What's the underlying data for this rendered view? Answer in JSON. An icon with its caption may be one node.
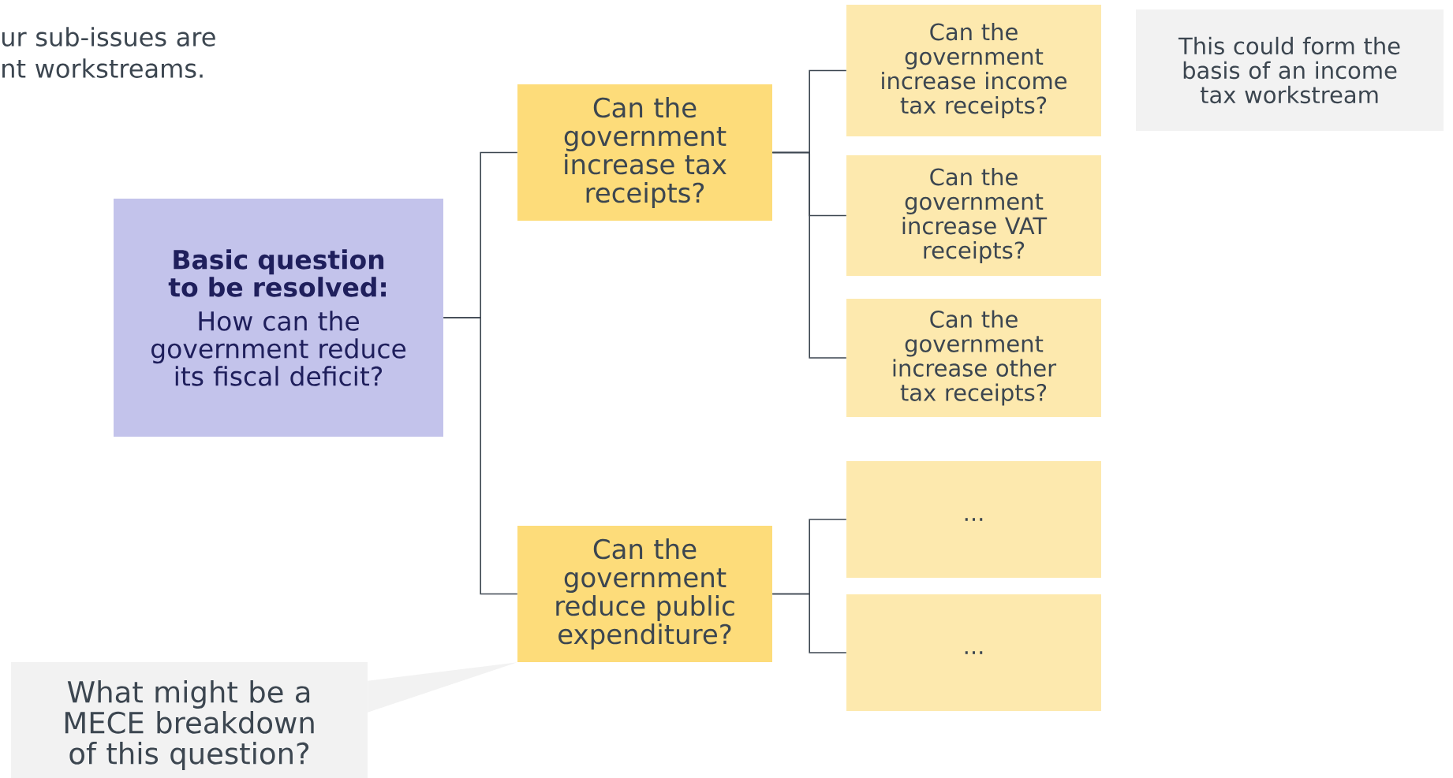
{
  "diagram": {
    "nodes": [
      {
        "text": [
          "Basic question to be resolved:",
          "How can the government reduce its fiscal deficit?"
        ]
      },
      {
        "text": [
          "Can the government increase tax receipts?"
        ]
      },
      {
        "text": [
          "Can the government increase income tax receipts?"
        ]
      },
      {
        "text": [
          "Can the government increase VAT receipts?"
        ]
      },
      {
        "text": [
          "Can the government increase other tax receipts?"
        ]
      },
      {
        "text": [
          "Can the government reduce public expenditure?"
        ]
      },
      {
        "text": [
          "..."
        ]
      },
      {
        "text": [
          "..."
        ]
      },
      {
        "text": [
          "This could form the basis of an income tax workstream"
        ]
      },
      {
        "text": [
          "What might be a MECE breakdown of this question?"
        ]
      }
    ],
    "edges": [
      {
        "from": 0,
        "to": 1,
        "arrow": "none"
      },
      {
        "from": 0,
        "to": 5,
        "arrow": "none"
      },
      {
        "from": 1,
        "to": 2,
        "arrow": "none"
      },
      {
        "from": 1,
        "to": 3,
        "arrow": "none"
      },
      {
        "from": 1,
        "to": 4,
        "arrow": "none"
      },
      {
        "from": 5,
        "to": 6,
        "arrow": "none"
      },
      {
        "from": 5,
        "to": 7,
        "arrow": "none"
      },
      {
        "from": 9,
        "to": 5,
        "arrow": "none",
        "color": "#f2f2f2"
      }
    ],
    "labels": [
      "ur sub-issues are nt workstreams."
    ]
  }
}
